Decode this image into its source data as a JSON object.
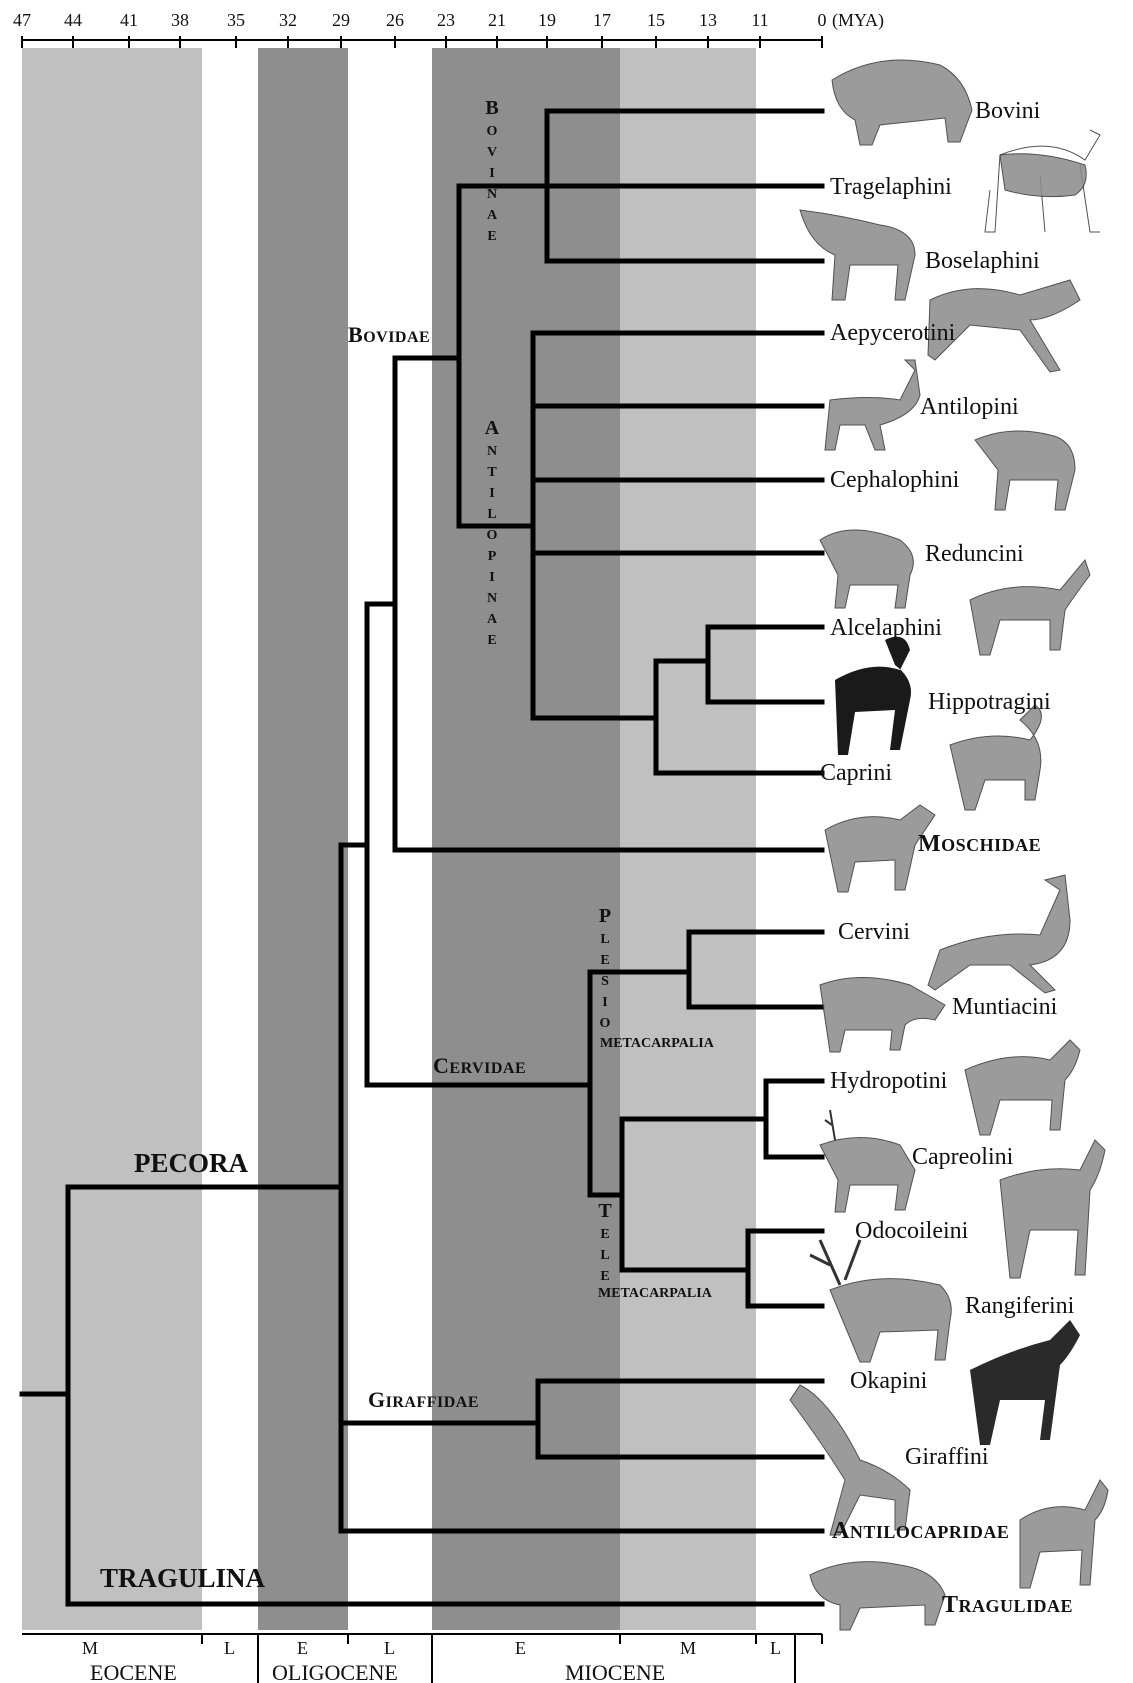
{
  "axis": {
    "ticks": [
      "47",
      "44",
      "41",
      "38",
      "35",
      "32",
      "29",
      "26",
      "23",
      "21",
      "19",
      "17",
      "15",
      "13",
      "11",
      "0"
    ],
    "unit": "(MYA)"
  },
  "epochs": [
    {
      "sub": "M",
      "name": "EOCENE"
    },
    {
      "sub": "L",
      "name": ""
    },
    {
      "sub": "E",
      "name": "OLIGOCENE"
    },
    {
      "sub": "L",
      "name": ""
    },
    {
      "sub": "E",
      "name": "MIOCENE"
    },
    {
      "sub": "M",
      "name": ""
    },
    {
      "sub": "L",
      "name": ""
    }
  ],
  "tips": {
    "bovini": "Bovini",
    "tragelaphini": "Tragelaphini",
    "boselaphini": "Boselaphini",
    "aepycerotini": "Aepycerotini",
    "antilopini": "Antilopini",
    "cephalophini": "Cephalophini",
    "reduncini": "Reduncini",
    "alcelaphini": "Alcelaphini",
    "hippotragini": "Hippotragini",
    "caprini": "Caprini",
    "moschidae": {
      "first": "M",
      "rest": "OSCHIDAE"
    },
    "cervini": "Cervini",
    "muntiacini": "Muntiacini",
    "hydropotini": "Hydropotini",
    "capreolini": "Capreolini",
    "odocoileini": "Odocoileini",
    "rangiferini": "Rangiferini",
    "okapini": "Okapini",
    "giraffini": "Giraffini",
    "antilocapridae": {
      "first": "A",
      "rest": "NTILOCAPRIDAE"
    },
    "tragulidae": {
      "first": "T",
      "rest": "RAGULIDAE"
    }
  },
  "clades": {
    "bovidae": {
      "first": "B",
      "rest": "OVIDAE"
    },
    "cervidae": {
      "first": "C",
      "rest": "ERVIDAE"
    },
    "giraffidae": {
      "first": "G",
      "rest": "IRAFFIDAE"
    },
    "pecora": "PECORA",
    "tragulina": "TRAGULINA",
    "bovinae_letters": [
      "B",
      "O",
      "V",
      "I",
      "N",
      "A",
      "E"
    ],
    "antilopinae_letters": [
      "A",
      "N",
      "T",
      "I",
      "L",
      "O",
      "P",
      "I",
      "N",
      "A",
      "E"
    ],
    "plesio_letters": [
      "P",
      "L",
      "E",
      "S",
      "I",
      "O"
    ],
    "plesio_suffix": "METACARPALIA",
    "tele_letters": [
      "T",
      "E",
      "L",
      "E"
    ],
    "tele_suffix": "METACARPALIA"
  },
  "colors": {
    "band_light": "#c0c0c0",
    "band_dark": "#8e8e8e",
    "band_white": "#ffffff",
    "branch": "#000000"
  }
}
